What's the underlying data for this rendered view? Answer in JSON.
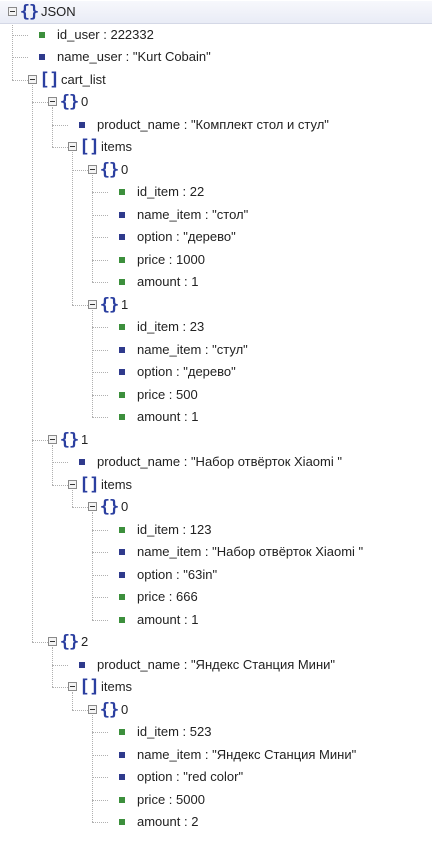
{
  "root_label": "JSON",
  "nodes": [
    {
      "depth": 0,
      "type": "object",
      "label": "JSON",
      "root": true
    },
    {
      "depth": 1,
      "type": "num",
      "label": "id_user : 222332"
    },
    {
      "depth": 1,
      "type": "str",
      "label": "name_user : \"Kurt Cobain\""
    },
    {
      "depth": 1,
      "type": "array",
      "label": "cart_list"
    },
    {
      "depth": 2,
      "type": "object",
      "label": "0"
    },
    {
      "depth": 3,
      "type": "str",
      "label": "product_name : \"Комплект стол и стул\""
    },
    {
      "depth": 3,
      "type": "array",
      "label": "items"
    },
    {
      "depth": 4,
      "type": "object",
      "label": "0"
    },
    {
      "depth": 5,
      "type": "num",
      "label": "id_item : 22"
    },
    {
      "depth": 5,
      "type": "str",
      "label": "name_item : \"стол\""
    },
    {
      "depth": 5,
      "type": "str",
      "label": "option : \"дерево\""
    },
    {
      "depth": 5,
      "type": "num",
      "label": "price : 1000"
    },
    {
      "depth": 5,
      "type": "num",
      "label": "amount : 1"
    },
    {
      "depth": 4,
      "type": "object",
      "label": "1"
    },
    {
      "depth": 5,
      "type": "num",
      "label": "id_item : 23"
    },
    {
      "depth": 5,
      "type": "str",
      "label": "name_item : \"стул\""
    },
    {
      "depth": 5,
      "type": "str",
      "label": "option : \"дерево\""
    },
    {
      "depth": 5,
      "type": "num",
      "label": "price : 500"
    },
    {
      "depth": 5,
      "type": "num",
      "label": "amount : 1"
    },
    {
      "depth": 2,
      "type": "object",
      "label": "1"
    },
    {
      "depth": 3,
      "type": "str",
      "label": "product_name : \"Набор отвёрток Xiaomi \""
    },
    {
      "depth": 3,
      "type": "array",
      "label": "items"
    },
    {
      "depth": 4,
      "type": "object",
      "label": "0"
    },
    {
      "depth": 5,
      "type": "num",
      "label": "id_item : 123"
    },
    {
      "depth": 5,
      "type": "str",
      "label": "name_item : \"Набор отвёрток Xiaomi \""
    },
    {
      "depth": 5,
      "type": "str",
      "label": "option : \"63in\""
    },
    {
      "depth": 5,
      "type": "num",
      "label": "price : 666"
    },
    {
      "depth": 5,
      "type": "num",
      "label": "amount : 1"
    },
    {
      "depth": 2,
      "type": "object",
      "label": "2"
    },
    {
      "depth": 3,
      "type": "str",
      "label": "product_name : \"Яндекс Станция Мини\""
    },
    {
      "depth": 3,
      "type": "array",
      "label": "items"
    },
    {
      "depth": 4,
      "type": "object",
      "label": "0"
    },
    {
      "depth": 5,
      "type": "num",
      "label": "id_item : 523"
    },
    {
      "depth": 5,
      "type": "str",
      "label": "name_item : \"Яндекс Станция Мини\""
    },
    {
      "depth": 5,
      "type": "str",
      "label": "option : \"red color\""
    },
    {
      "depth": 5,
      "type": "num",
      "label": "price : 5000"
    },
    {
      "depth": 5,
      "type": "num",
      "label": "amount : 2"
    }
  ],
  "colors": {
    "bracket": "#2b3fa0",
    "number_leaf": "#3c8f3c",
    "string_leaf": "#2f3a8c",
    "root_bar": "#e9ecf6"
  },
  "icons": {
    "object": "curly-braces-icon",
    "array": "square-brackets-icon",
    "collapse": "minus-toggle-icon",
    "leaf": "square-bullet-icon"
  }
}
